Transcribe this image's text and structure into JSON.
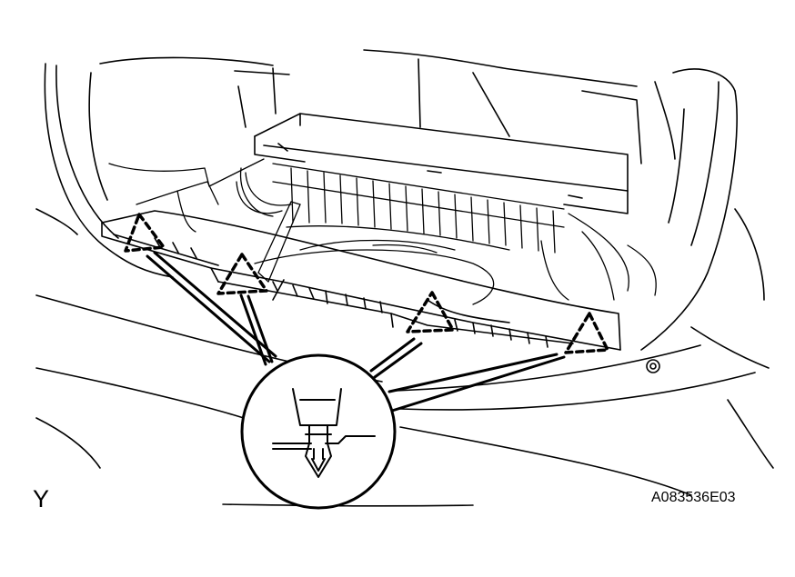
{
  "figure": {
    "view_letter": "Y",
    "figure_code": "A083536E03",
    "line_color": "#000000",
    "background_color": "#ffffff"
  },
  "callouts": {
    "clip_locations": 4,
    "clip_marker_shape": "dashed-triangle",
    "detail_view": "clip-detail-circle"
  }
}
